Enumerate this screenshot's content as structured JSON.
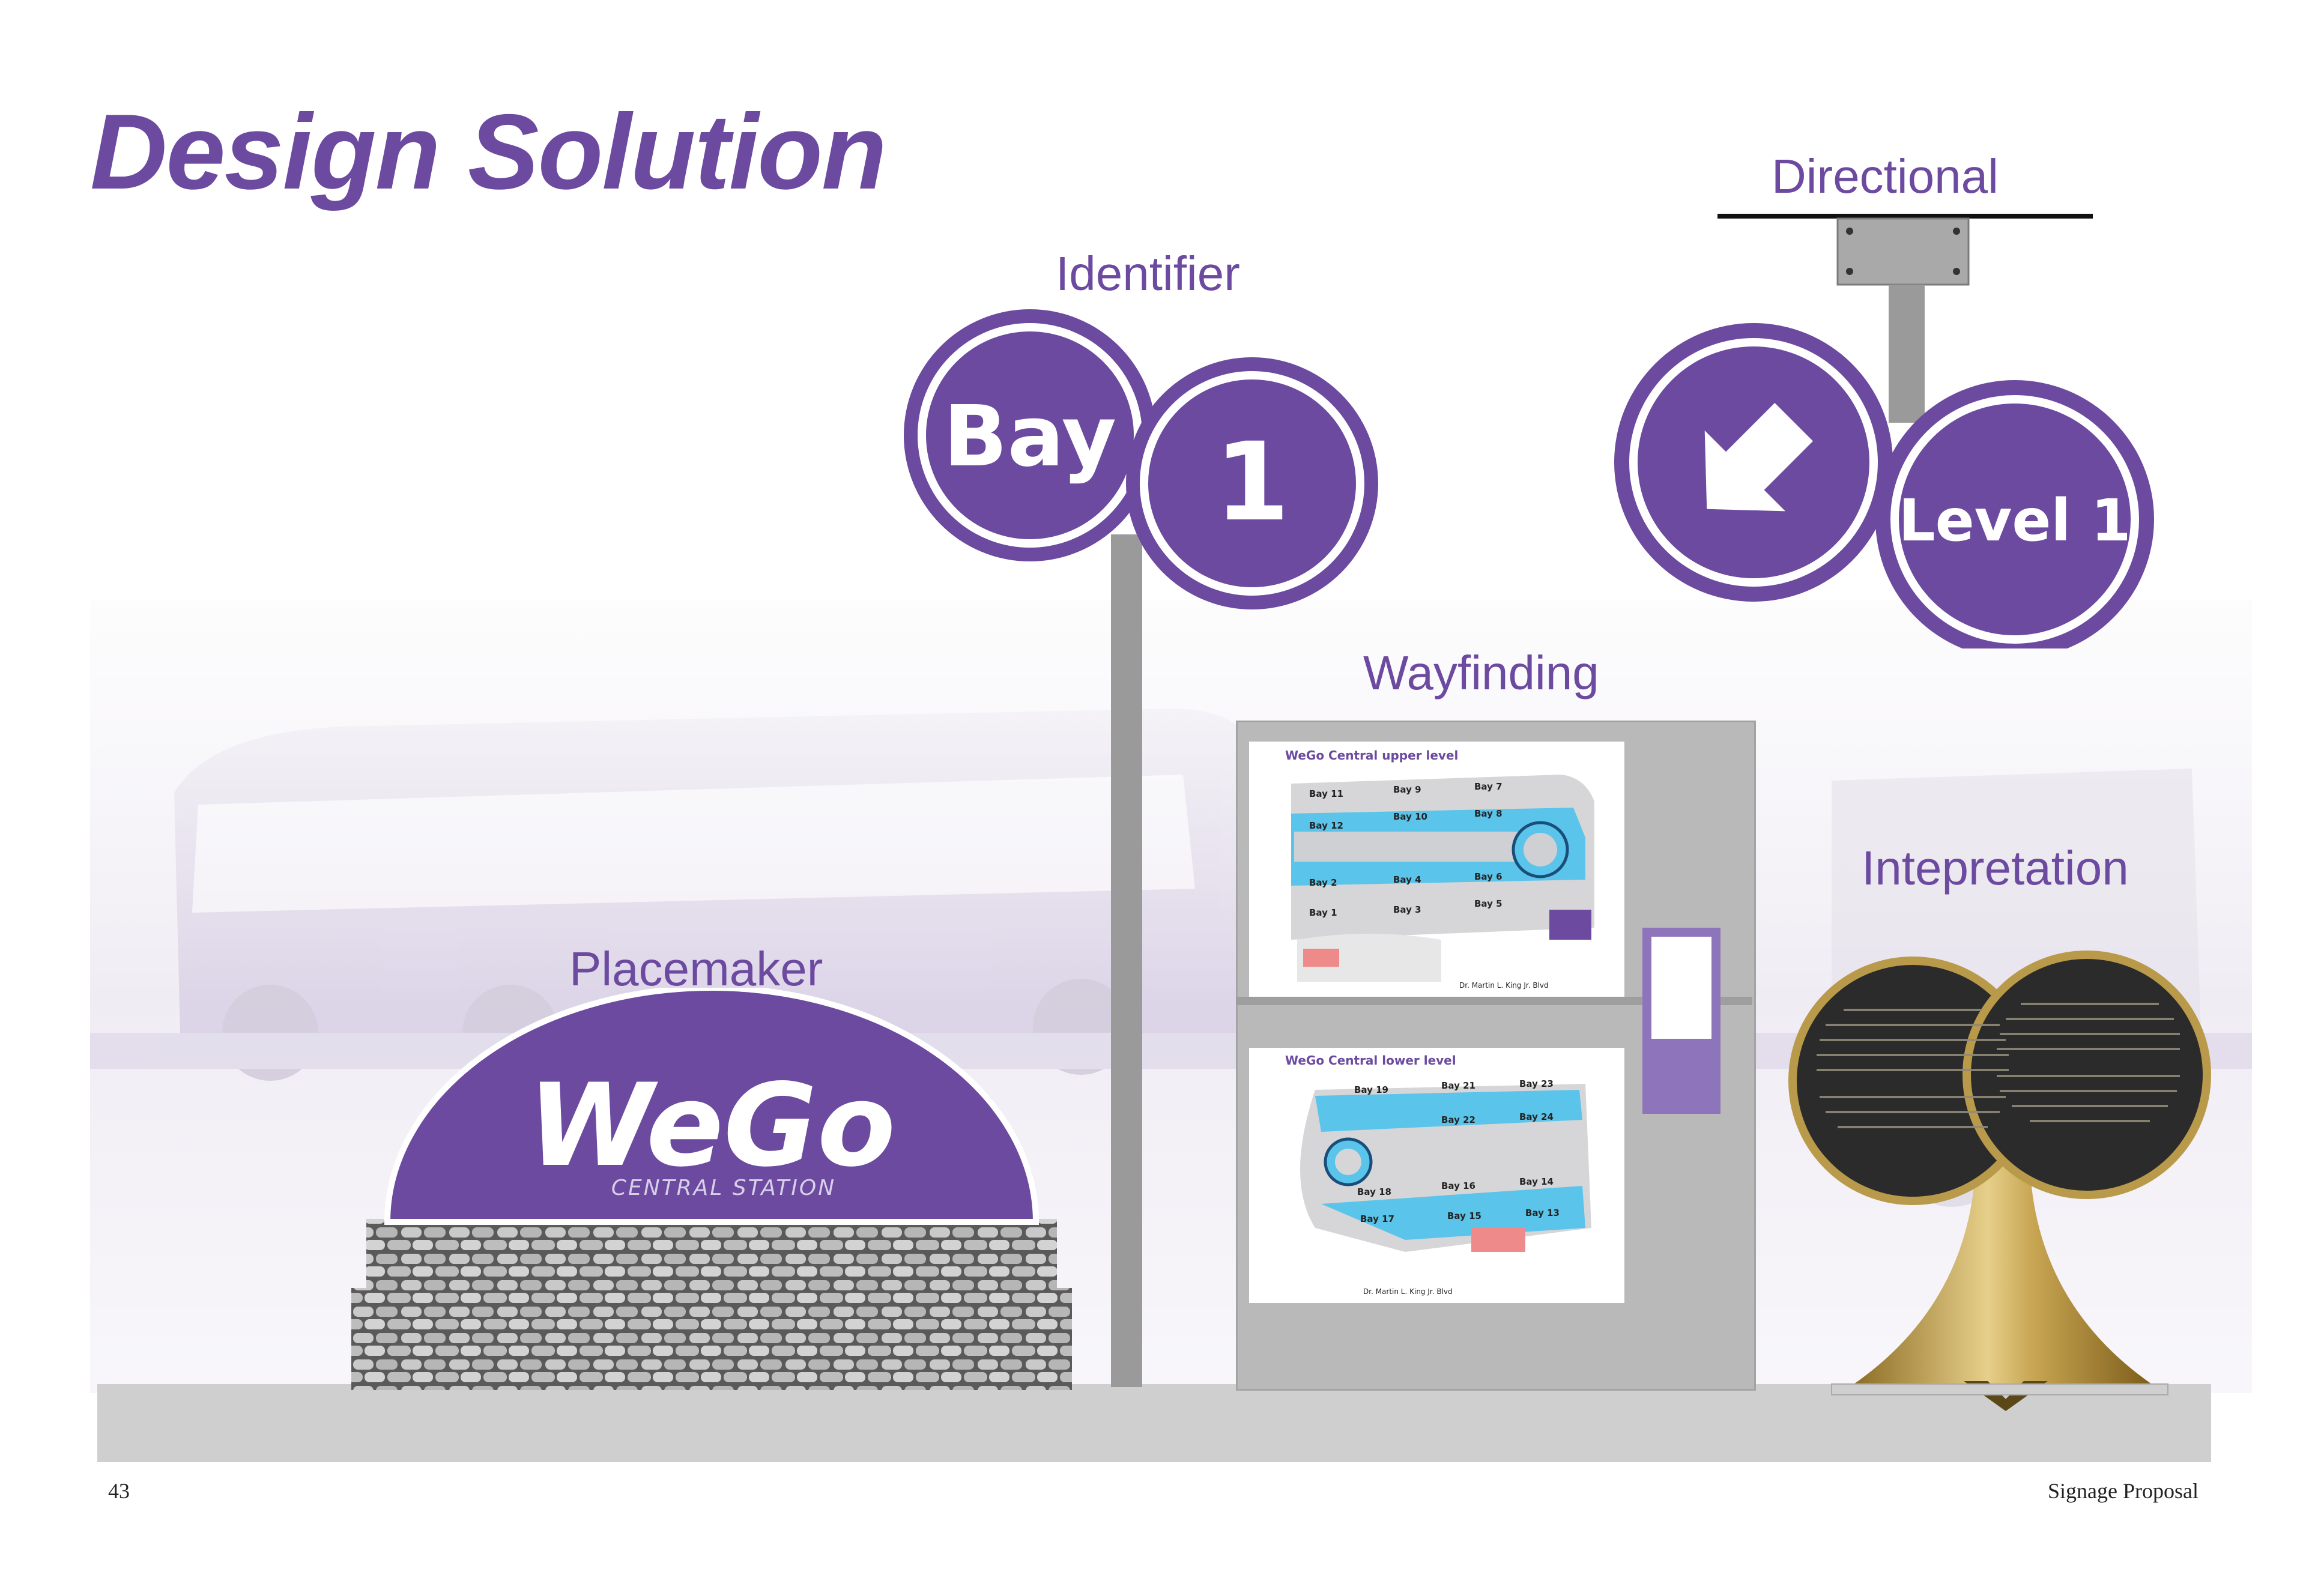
{
  "page": {
    "title": "Design Solution",
    "page_number": "43",
    "footer_title": "Signage Proposal"
  },
  "labels": {
    "identifier": "Identifier",
    "directional": "Directional",
    "wayfinding": "Wayfinding",
    "interpretation": "Intepretation",
    "placemaker": "Placemaker"
  },
  "identifier_sign": {
    "word": "Bay",
    "number": "1"
  },
  "directional_sign": {
    "arrow": "arrow-down-left-icon",
    "level": "Level 1"
  },
  "placemaker_sign": {
    "brand": "WeGo",
    "subtitle": "CENTRAL STATION"
  },
  "wayfinding_sign": {
    "upper_map": {
      "title": "WeGo Central upper level",
      "bays": [
        "Bay 11",
        "Bay 9",
        "Bay 7",
        "Bay 12",
        "Bay 10",
        "Bay 8",
        "Bay 2",
        "Bay 4",
        "Bay 6",
        "Bay 1",
        "Bay 3",
        "Bay 5"
      ],
      "street": "Dr. Martin L. King Jr. Blvd"
    },
    "lower_map": {
      "title": "WeGo Central lower level",
      "bays": [
        "Bay 19",
        "Bay 21",
        "Bay 23",
        "Bay 22",
        "Bay 24",
        "Bay 18",
        "Bay 16",
        "Bay 14",
        "Bay 17",
        "Bay 15",
        "Bay 13"
      ],
      "street": "Dr. Martin L. King Jr. Blvd"
    }
  },
  "colors": {
    "brand_purple": "#6b4aa0",
    "ground_gray": "#cfcfcf",
    "kiosk_gray": "#b9b9b9",
    "map_blue": "#5bc4ea",
    "plaque_gold": "#b89a4a",
    "plaque_dark": "#2b2b2b"
  }
}
